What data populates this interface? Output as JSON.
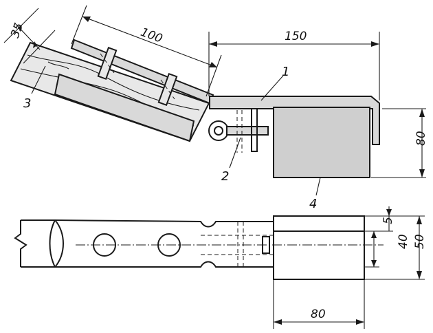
{
  "dimensions": {
    "d35": "35",
    "d100": "100",
    "d150": "150",
    "d80_side": "80",
    "d5": "5",
    "d40": "40",
    "d50": "50",
    "d80_bottom": "80"
  },
  "labels": {
    "l1": "1",
    "l2": "2",
    "l3": "3",
    "l4": "4"
  }
}
